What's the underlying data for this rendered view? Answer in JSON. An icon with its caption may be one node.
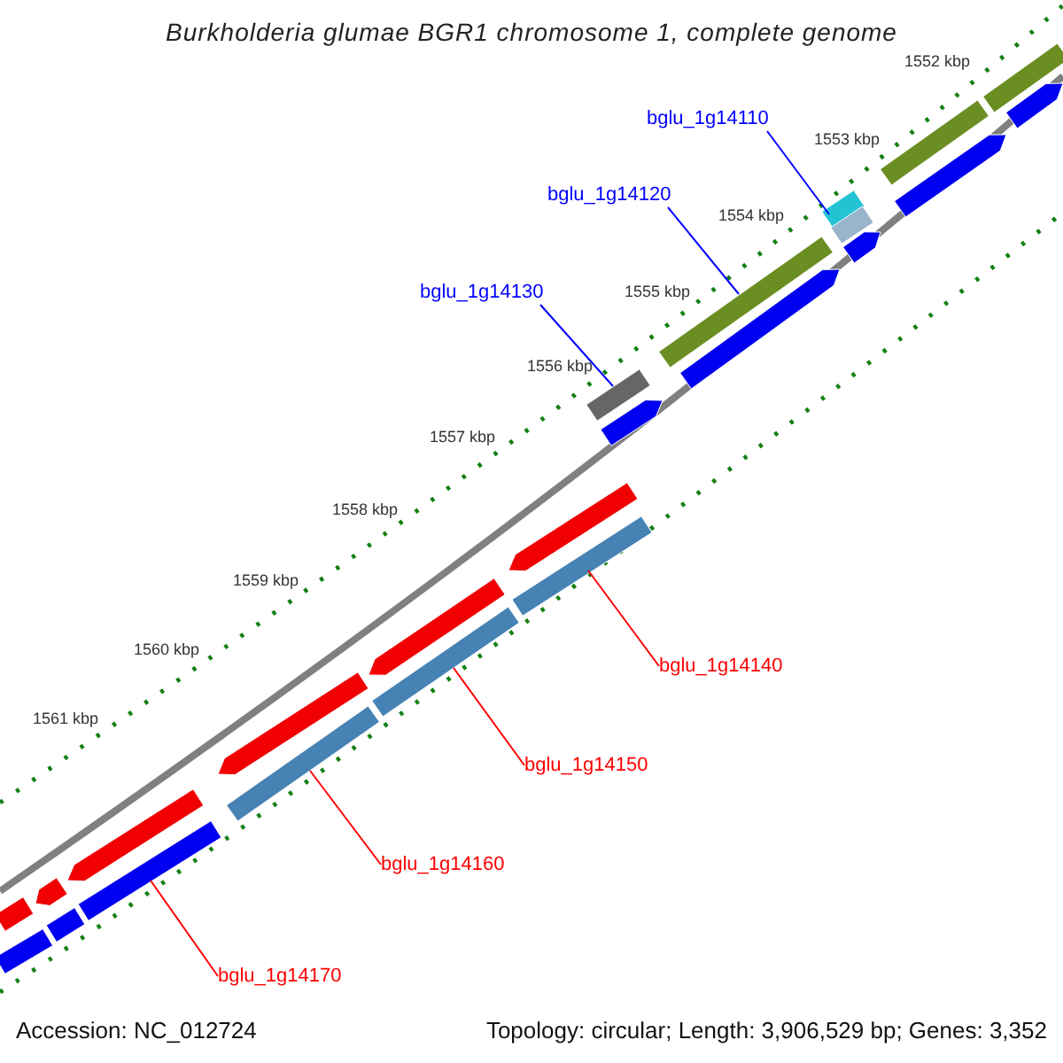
{
  "diagram": {
    "title": "Burkholderia glumae BGR1 chromosome 1, complete genome",
    "nodes": [
      {
        "text": [
          "bglu_1g14110"
        ]
      },
      {
        "text": [
          "bglu_1g14120"
        ]
      },
      {
        "text": [
          "bglu_1g14130"
        ]
      },
      {
        "text": [
          "bglu_1g14140"
        ]
      },
      {
        "text": [
          "bglu_1g14150"
        ]
      },
      {
        "text": [
          "bglu_1g14160"
        ]
      },
      {
        "text": [
          "bglu_1g14170"
        ]
      },
      {
        "text": [],
        "shape": "bar"
      },
      {
        "text": [],
        "shape": "bar"
      },
      {
        "text": [],
        "shape": "bar"
      },
      {
        "text": [],
        "shape": "bar"
      },
      {
        "text": [],
        "shape": "bar"
      },
      {
        "text": [],
        "shape": "bar"
      },
      {
        "text": [],
        "shape": "bar"
      },
      {
        "text": [],
        "shape": "bar"
      },
      {
        "text": [],
        "shape": "bar"
      },
      {
        "text": [],
        "shape": "bar"
      },
      {
        "text": [],
        "shape": "arrow"
      },
      {
        "text": [],
        "shape": "arrow"
      },
      {
        "text": [],
        "shape": "arrow"
      },
      {
        "text": [],
        "shape": "arrow"
      },
      {
        "text": [],
        "shape": "arrow"
      },
      {
        "text": [],
        "shape": "arrow"
      },
      {
        "text": [],
        "shape": "arrow"
      },
      {
        "text": [],
        "shape": "arrow"
      },
      {
        "text": [],
        "shape": "arrow"
      },
      {
        "text": [],
        "shape": "arrow"
      },
      {
        "text": [],
        "shape": "bar"
      },
      {
        "text": [],
        "shape": "bar"
      },
      {
        "text": [],
        "shape": "bar"
      }
    ],
    "edges": [
      {
        "from": 0,
        "to": 7,
        "arrow": "none",
        "color": "#0000ff"
      },
      {
        "from": 1,
        "to": 8,
        "arrow": "none",
        "color": "#0000ff"
      },
      {
        "from": 2,
        "to": 9,
        "arrow": "none",
        "color": "#0000ff"
      },
      {
        "from": 3,
        "to": 10,
        "arrow": "none"
      },
      {
        "from": 4,
        "to": 11,
        "arrow": "none"
      },
      {
        "from": 5,
        "to": 12,
        "arrow": "none"
      },
      {
        "from": 6,
        "to": 13,
        "arrow": "none"
      }
    ],
    "labels": [
      "1552 kbp",
      "1553 kbp",
      "1554 kbp",
      "1555 kbp",
      "1556 kbp",
      "1557 kbp",
      "1558 kbp",
      "1559 kbp",
      "1560 kbp",
      "1561 kbp",
      "Accession: NC_012724",
      "Topology: circular; Length: 3,906,529 bp; Genes: 3,352"
    ]
  }
}
